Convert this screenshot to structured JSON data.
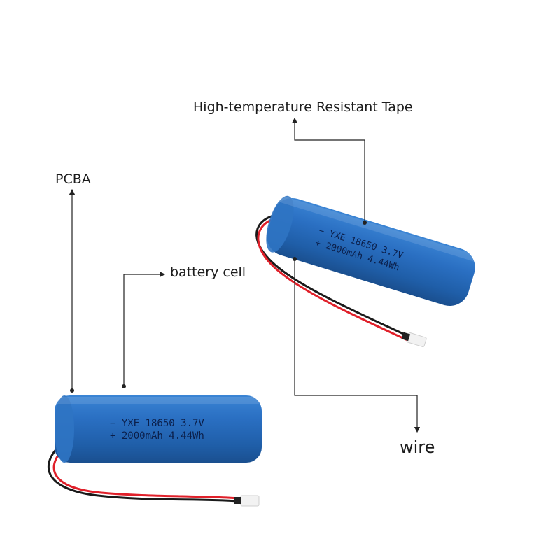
{
  "callouts": {
    "tape": "High-temperature Resistant Tape",
    "pcba": "PCBA",
    "battery_cell": "battery cell",
    "wire": "wire"
  },
  "battery_print": {
    "line1": "− YXE  18650  3.7V",
    "line2": "+ 2000mAh  4.44Wh"
  },
  "colors": {
    "cell_blue": "#2467b8",
    "wire_red": "#e0202a",
    "wire_black": "#1a1a1a",
    "connector": "#f2f2f2",
    "pointer": "#222222"
  }
}
